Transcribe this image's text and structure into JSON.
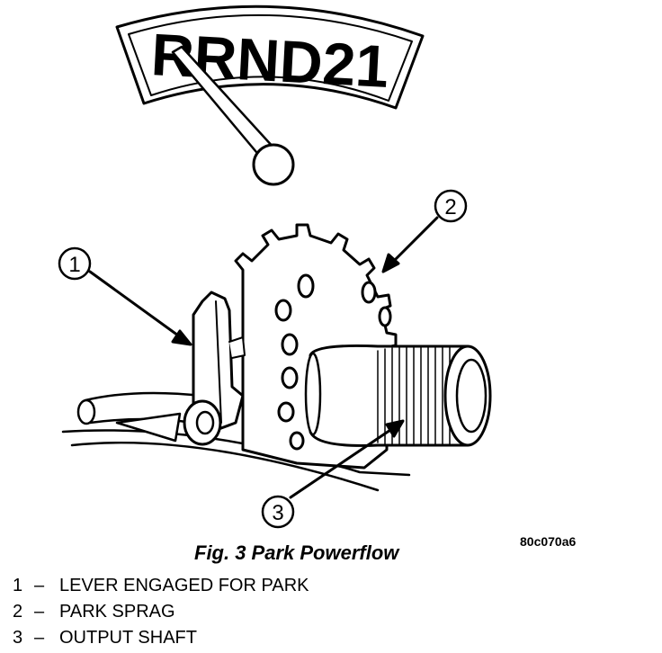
{
  "selector": {
    "label": "RRND21"
  },
  "callouts": [
    {
      "number": "1"
    },
    {
      "number": "2"
    },
    {
      "number": "3"
    }
  ],
  "caption": "Fig. 3 Park Powerflow",
  "figure_code": "80c070a6",
  "legend": [
    {
      "number": "1",
      "dash": "–",
      "text": "LEVER ENGAGED FOR PARK"
    },
    {
      "number": "2",
      "dash": "–",
      "text": "PARK SPRAG"
    },
    {
      "number": "3",
      "dash": "–",
      "text": "OUTPUT SHAFT"
    }
  ],
  "colors": {
    "ink": "#000000",
    "paper": "#ffffff"
  }
}
